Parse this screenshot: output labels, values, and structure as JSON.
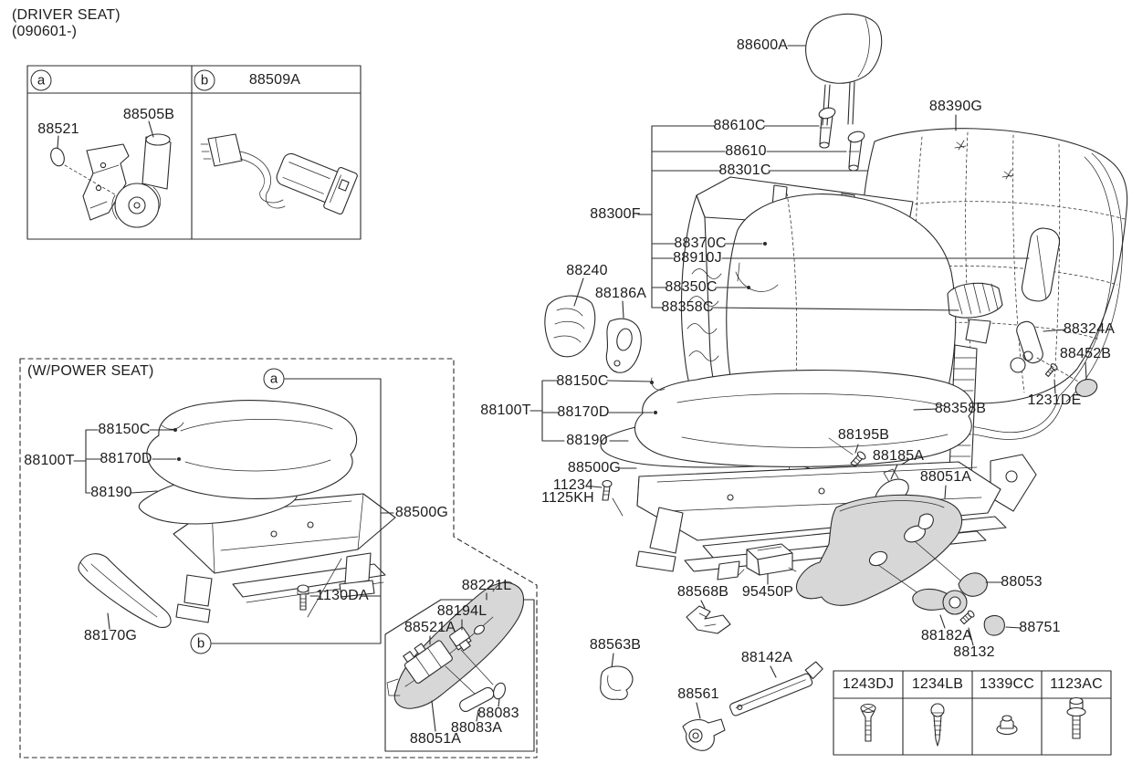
{
  "page": {
    "title": "(DRIVER SEAT)",
    "subtitle": "(090601-)"
  },
  "inset_box": {
    "marker_a": "a",
    "marker_b": "b",
    "part_88509A": "88509A"
  },
  "power_seat_box": {
    "title": "(W/POWER SEAT)",
    "marker_a": "a",
    "marker_b": "b"
  },
  "labels": {
    "88521": "88521",
    "88505B": "88505B",
    "88509A": "88509A",
    "88150C": "88150C",
    "88170D": "88170D",
    "88100T": "88100T",
    "88190": "88190",
    "88500G": "88500G",
    "1130DA": "1130DA",
    "88170G": "88170G",
    "88221L": "88221L",
    "88194L": "88194L",
    "88521A": "88521A",
    "88083": "88083",
    "88083A": "88083A",
    "88051A": "88051A",
    "88563B": "88563B",
    "88600A": "88600A",
    "88390G": "88390G",
    "88610C": "88610C",
    "88610": "88610",
    "88301C": "88301C",
    "88300F": "88300F",
    "88370C": "88370C",
    "88910J": "88910J",
    "88350C": "88350C",
    "88358C": "88358C",
    "88240": "88240",
    "88186A": "88186A",
    "88324A": "88324A",
    "88452B": "88452B",
    "1231DE": "1231DE",
    "88358B": "88358B",
    "11234": "11234",
    "1125KH": "1125KH",
    "88195B": "88195B",
    "88185A": "88185A",
    "88053": "88053",
    "88182A": "88182A",
    "88751": "88751",
    "88132": "88132",
    "88568B": "88568B",
    "95450P": "95450P",
    "88142A": "88142A",
    "88561": "88561"
  },
  "hardware_table": {
    "columns": [
      {
        "code": "1243DJ",
        "icon": "flat-head-screw-icon"
      },
      {
        "code": "1234LB",
        "icon": "tapping-screw-icon"
      },
      {
        "code": "1339CC",
        "icon": "flange-nut-icon"
      },
      {
        "code": "1123AC",
        "icon": "washer-bolt-icon"
      }
    ]
  },
  "colors": {
    "line": "#2b2b2b",
    "background": "#ffffff",
    "part_shade": "#d7d7d7"
  }
}
